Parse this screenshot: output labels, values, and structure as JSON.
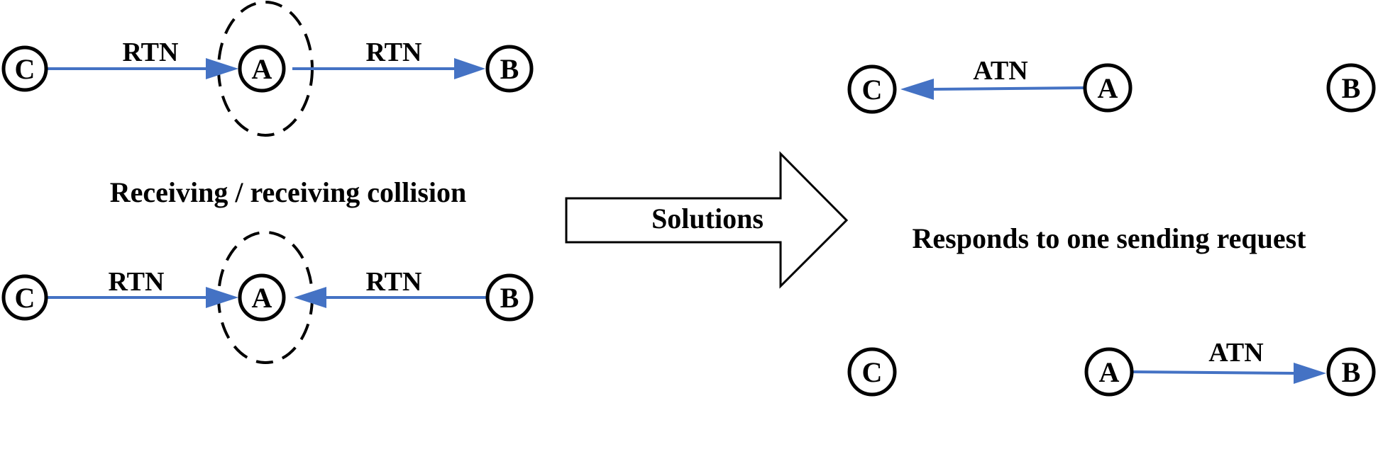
{
  "scenarios": {
    "top_left": {
      "node_c": "C",
      "node_a": "A",
      "node_b": "B",
      "label_ca": "RTN",
      "label_ab": "RTN"
    },
    "bottom_left": {
      "node_c": "C",
      "node_a": "A",
      "node_b": "B",
      "label_ca": "RTN",
      "label_ba": "RTN"
    },
    "top_right": {
      "node_c": "C",
      "node_a": "A",
      "node_b": "B",
      "label_ac": "ATN"
    },
    "bottom_right": {
      "node_c": "C",
      "node_a": "A",
      "node_b": "B",
      "label_ab": "ATN"
    }
  },
  "captions": {
    "left": "Receiving / receiving collision",
    "right": "Responds to one sending request"
  },
  "transition": {
    "label": "Solutions"
  },
  "colors": {
    "arrow": "#4472C4",
    "outline": "#000000",
    "background": "#ffffff"
  }
}
